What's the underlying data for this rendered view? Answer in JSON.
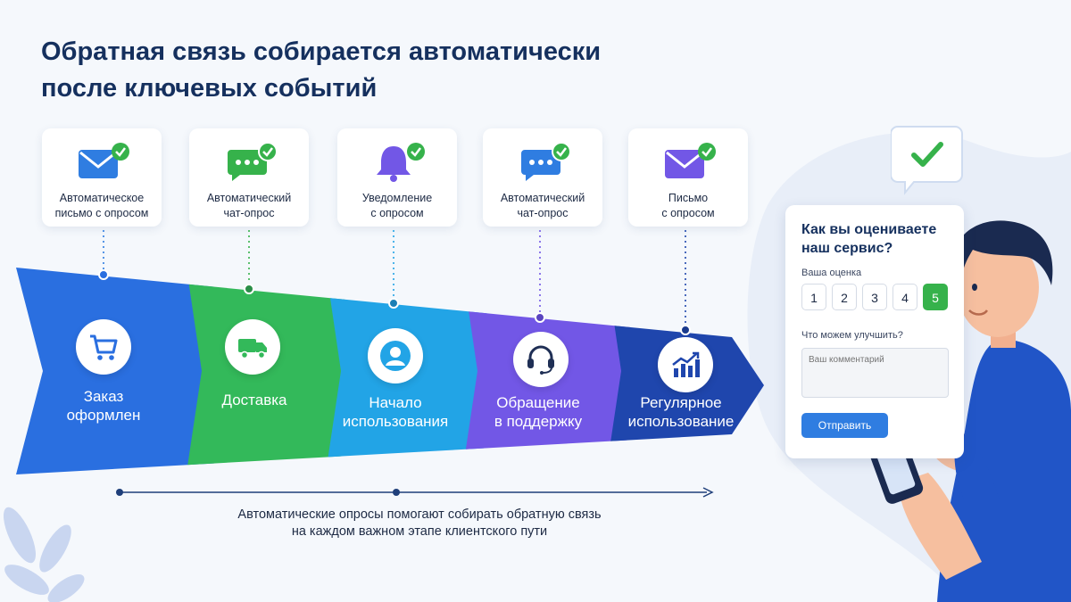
{
  "title": {
    "line1": "Обратная связь собирается автоматически",
    "line2": "после ключевых событий"
  },
  "channels": [
    {
      "icon": "envelope-icon",
      "line1": "Автоматическое",
      "line2": "письмо с опросом"
    },
    {
      "icon": "chat-icon",
      "line1": "Автоматический",
      "line2": "чат-опрос"
    },
    {
      "icon": "bell-icon",
      "line1": "Уведомление",
      "line2": "с опросом"
    },
    {
      "icon": "chat-icon",
      "line1": "Автоматический",
      "line2": "чат-опрос"
    },
    {
      "icon": "envelope-icon",
      "line1": "Письмо",
      "line2": "с опросом"
    }
  ],
  "stages": [
    {
      "icon": "cart-icon",
      "line1": "Заказ",
      "line2": "оформлен"
    },
    {
      "icon": "truck-icon",
      "line1": "Доставка",
      "line2": ""
    },
    {
      "icon": "user-icon",
      "line1": "Начало",
      "line2": "использования"
    },
    {
      "icon": "headset-icon",
      "line1": "Обращение",
      "line2": "в поддержку"
    },
    {
      "icon": "growth-chart-icon",
      "line1": "Регулярное",
      "line2": "использование"
    }
  ],
  "caption": {
    "line1": "Автоматические опросы помогают собирать обратную связь",
    "line2": "на каждом важном этапе клиентского пути"
  },
  "form": {
    "question_line1": "Как вы оцениваете",
    "question_line2": "наш сервис?",
    "rating_label": "Ваша оценка",
    "ratings": [
      "1",
      "2",
      "3",
      "4",
      "5"
    ],
    "selected_rating": "5",
    "improve_label": "Что можем улучшить?",
    "comment_placeholder": "Ваш комментарий",
    "submit_label": "Отправить"
  },
  "colors": {
    "stage1": "#2a6fe0",
    "stage2": "#33b95a",
    "stage3": "#22a4e6",
    "stage4": "#7257e6",
    "stage5": "#1f46ad",
    "title": "#15305e",
    "check": "#36b24b"
  }
}
